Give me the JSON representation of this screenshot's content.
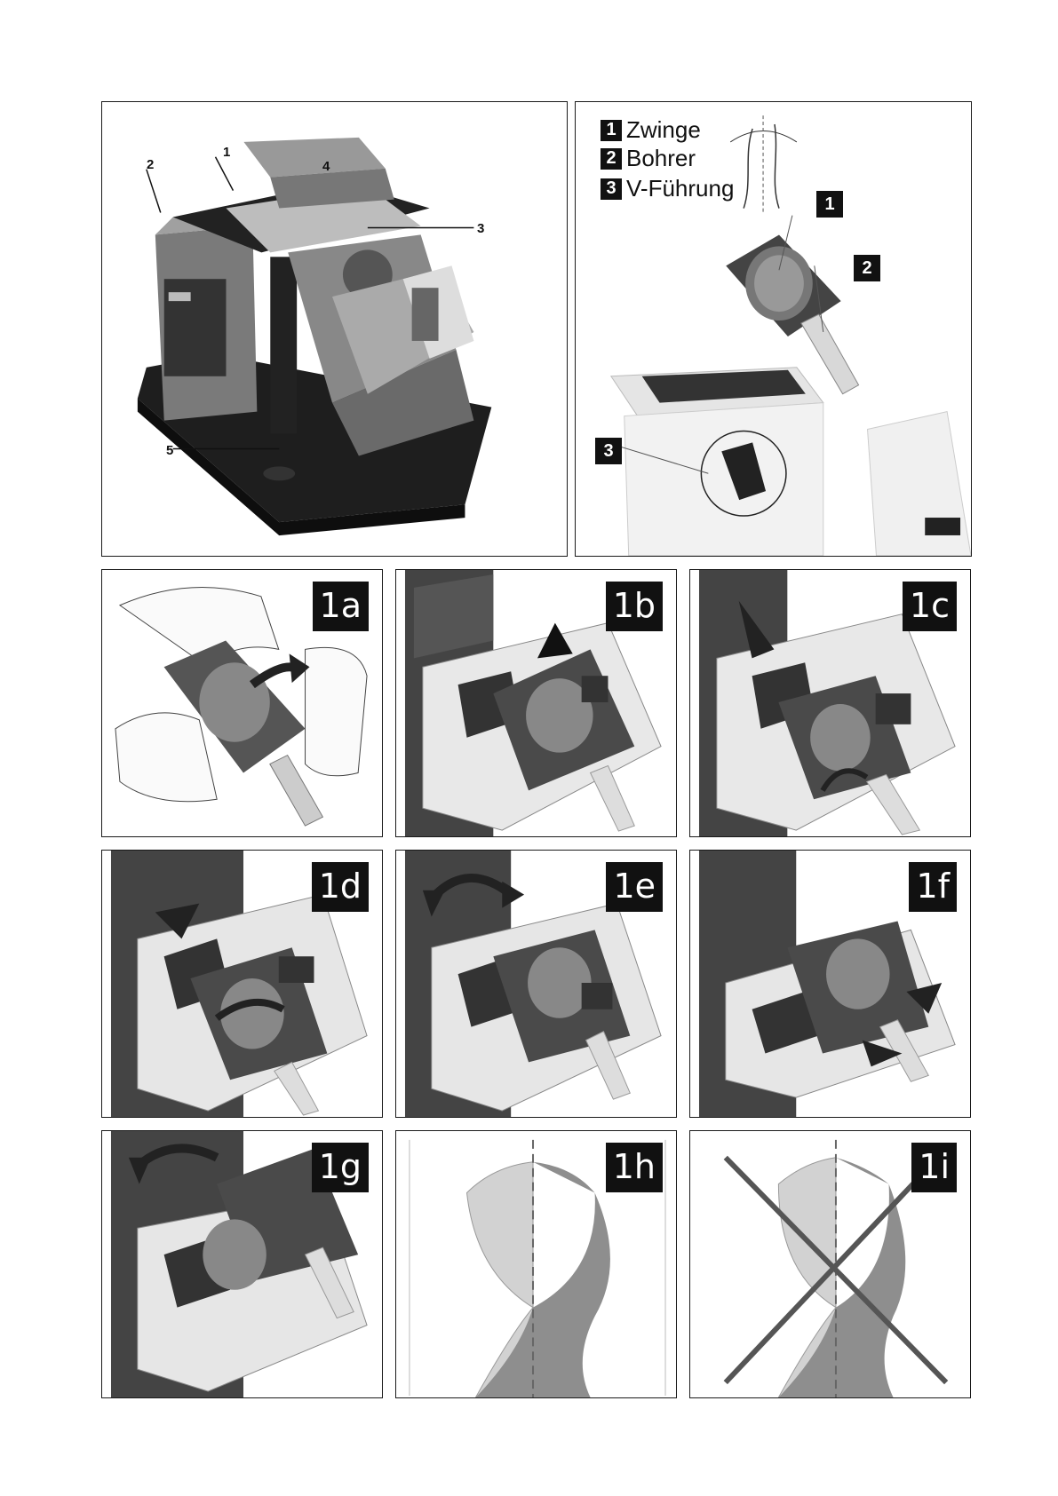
{
  "overview": {
    "callouts": [
      "1",
      "2",
      "3",
      "4",
      "5"
    ]
  },
  "detail": {
    "legend": [
      {
        "num": "1",
        "text": "Zwinge"
      },
      {
        "num": "2",
        "text": "Bohrer"
      },
      {
        "num": "3",
        "text": "V-Führung"
      }
    ],
    "tags": [
      "1",
      "2",
      "3"
    ]
  },
  "steps": [
    {
      "label": "1a"
    },
    {
      "label": "1b"
    },
    {
      "label": "1c"
    },
    {
      "label": "1d"
    },
    {
      "label": "1e"
    },
    {
      "label": "1f"
    },
    {
      "label": "1g"
    },
    {
      "label": "1h"
    },
    {
      "label": "1i"
    }
  ]
}
